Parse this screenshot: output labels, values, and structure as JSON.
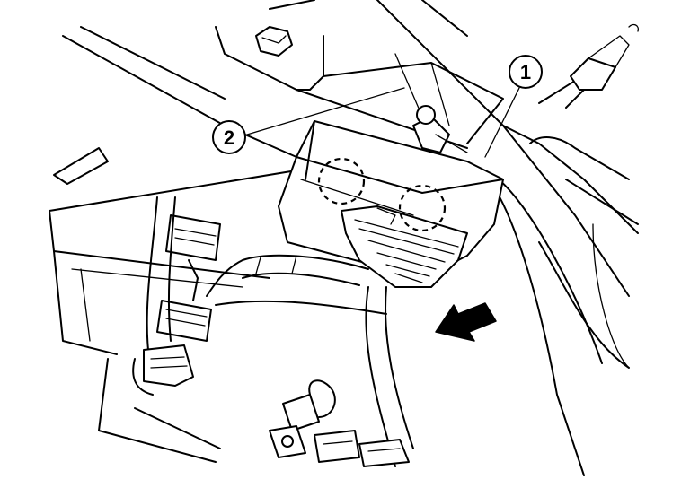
{
  "callouts": [
    {
      "id": "1",
      "label": "1"
    },
    {
      "id": "2",
      "label": "2"
    }
  ],
  "icons": {
    "direction_arrow": "removal-direction-arrow-icon"
  },
  "colors": {
    "line": "#000000",
    "background": "#ffffff"
  }
}
